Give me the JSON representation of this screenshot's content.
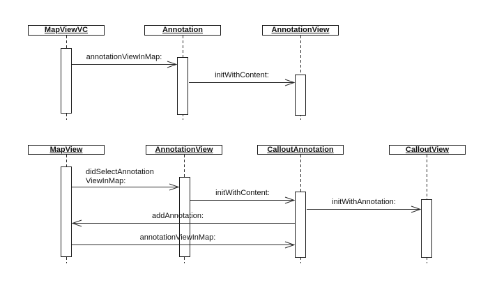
{
  "diagram_type": "uml-sequence-diagram",
  "colors": {
    "background": "#ffffff",
    "line": "#2a2a2a",
    "box_border": "#1a1a1a",
    "box_fill": "#ffffff",
    "text": "#111111"
  },
  "top_diagram": {
    "actors": [
      {
        "name": "MapViewVC"
      },
      {
        "name": "Annotation"
      },
      {
        "name": "AnnotationView"
      }
    ],
    "messages": [
      {
        "label": "annotationViewInMap:",
        "from": "MapViewVC",
        "to": "Annotation",
        "direction": "right"
      },
      {
        "label": "initWithContent:",
        "from": "Annotation",
        "to": "AnnotationView",
        "direction": "right"
      }
    ]
  },
  "bottom_diagram": {
    "actors": [
      {
        "name": "MapView"
      },
      {
        "name": "AnnotationView"
      },
      {
        "name": "CalloutAnnotation"
      },
      {
        "name": "CalloutView"
      }
    ],
    "messages": [
      {
        "label": "didSelectAnnotationViewInMap:",
        "label_lines": [
          "didSelectAnnotation",
          "ViewInMap:"
        ],
        "from": "MapView",
        "to": "AnnotationView",
        "direction": "right"
      },
      {
        "label": "initWithContent:",
        "from": "AnnotationView",
        "to": "CalloutAnnotation",
        "direction": "right"
      },
      {
        "label": "initWithAnnotation:",
        "from": "CalloutAnnotation",
        "to": "CalloutView",
        "direction": "right"
      },
      {
        "label": "addAnnotation:",
        "from": "CalloutAnnotation",
        "to": "MapView",
        "direction": "left"
      },
      {
        "label": "annotationViewInMap:",
        "from": "MapView",
        "to": "CalloutAnnotation",
        "direction": "right"
      }
    ]
  }
}
